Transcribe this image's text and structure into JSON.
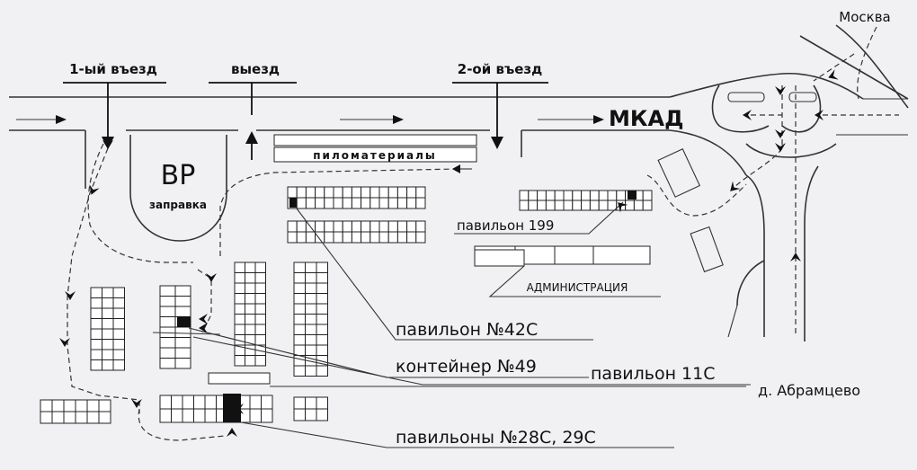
{
  "labels": {
    "moscow": "Москва",
    "entry1": "1-ый въезд",
    "exit": "выезд",
    "entry2": "2-ой въезд",
    "mkad": "МКАД",
    "lumber": "пиломатериалы",
    "bp_logo": "BP",
    "gas_station": "заправка",
    "pavilion199": "павильон 199",
    "administration": "АДМИНИСТРАЦИЯ",
    "pavilion42c": "павильон №42С",
    "container49": "контейнер №49",
    "pavilion11c": "павильон 11С",
    "abramtsevo": "д. Абрамцево",
    "pavilions28c29c": "павильоны №28С, 29С"
  }
}
